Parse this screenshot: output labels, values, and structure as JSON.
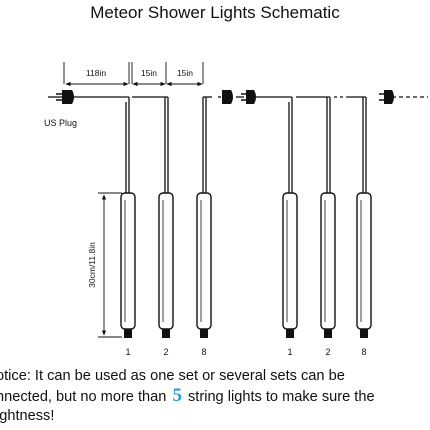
{
  "title": "Meteor Shower Lights Schematic",
  "plug_label": "US Plug",
  "spacing": {
    "first": "118in",
    "second": "15in",
    "third": "15in"
  },
  "tube_length_label": "30cm/11.8in",
  "tube_numbers": {
    "set1": [
      "1",
      "2",
      "8"
    ],
    "set2": [
      "1",
      "2",
      "8"
    ]
  },
  "notice": {
    "line1": "otice: It can be used as one set or several sets can be",
    "line2_before": "nnected, but no more than ",
    "line2_number": "5",
    "line2_after": " string lights to make sure the",
    "line3": "ightness!"
  },
  "colors": {
    "ink": "#111111",
    "highlight": "#2f9bd6"
  }
}
